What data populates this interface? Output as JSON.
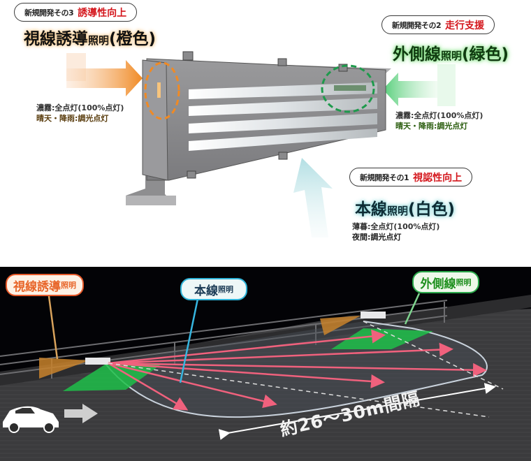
{
  "top_panel": {
    "guidance": {
      "tag_lead": "新規開発その3",
      "tag_highlight": "誘導性向上",
      "title_main": "視線誘導",
      "title_small": "照明",
      "title_paren": "(橙色)",
      "note_line1": "濃霧:全点灯(100%点灯)",
      "note_line2": "晴天・降雨:調光点灯",
      "color": "#f08a24"
    },
    "outer": {
      "tag_lead": "新規開発その2",
      "tag_highlight": "走行支援",
      "title_main": "外側線",
      "title_small": "照明",
      "title_paren": "(緑色)",
      "note_line1": "濃霧:全点灯(100%点灯)",
      "note_line2": "晴天・降雨:調光点灯",
      "color": "#2fbf5a"
    },
    "main": {
      "tag_lead": "新規開発その1",
      "tag_highlight": "視認性向上",
      "title_main": "本線",
      "title_small": "照明",
      "title_paren": "(白色)",
      "note_line1": "薄暮:全点灯(100%点灯)",
      "note_line2": "夜間:調光点灯",
      "color": "#8fd0d6"
    }
  },
  "bottom_panel": {
    "callouts": [
      {
        "main": "視線誘導",
        "small": "照明",
        "text_color": "#e8662a",
        "border": "#e85a2a"
      },
      {
        "main": "本線",
        "small": "照明",
        "text_color": "#1a3a55",
        "border": "#2fb4d9"
      },
      {
        "main": "外側線",
        "small": "照明",
        "text_color": "#1d8f1d",
        "border": "#2aa84a"
      }
    ],
    "distance_label": "約26〜30m間隔"
  }
}
